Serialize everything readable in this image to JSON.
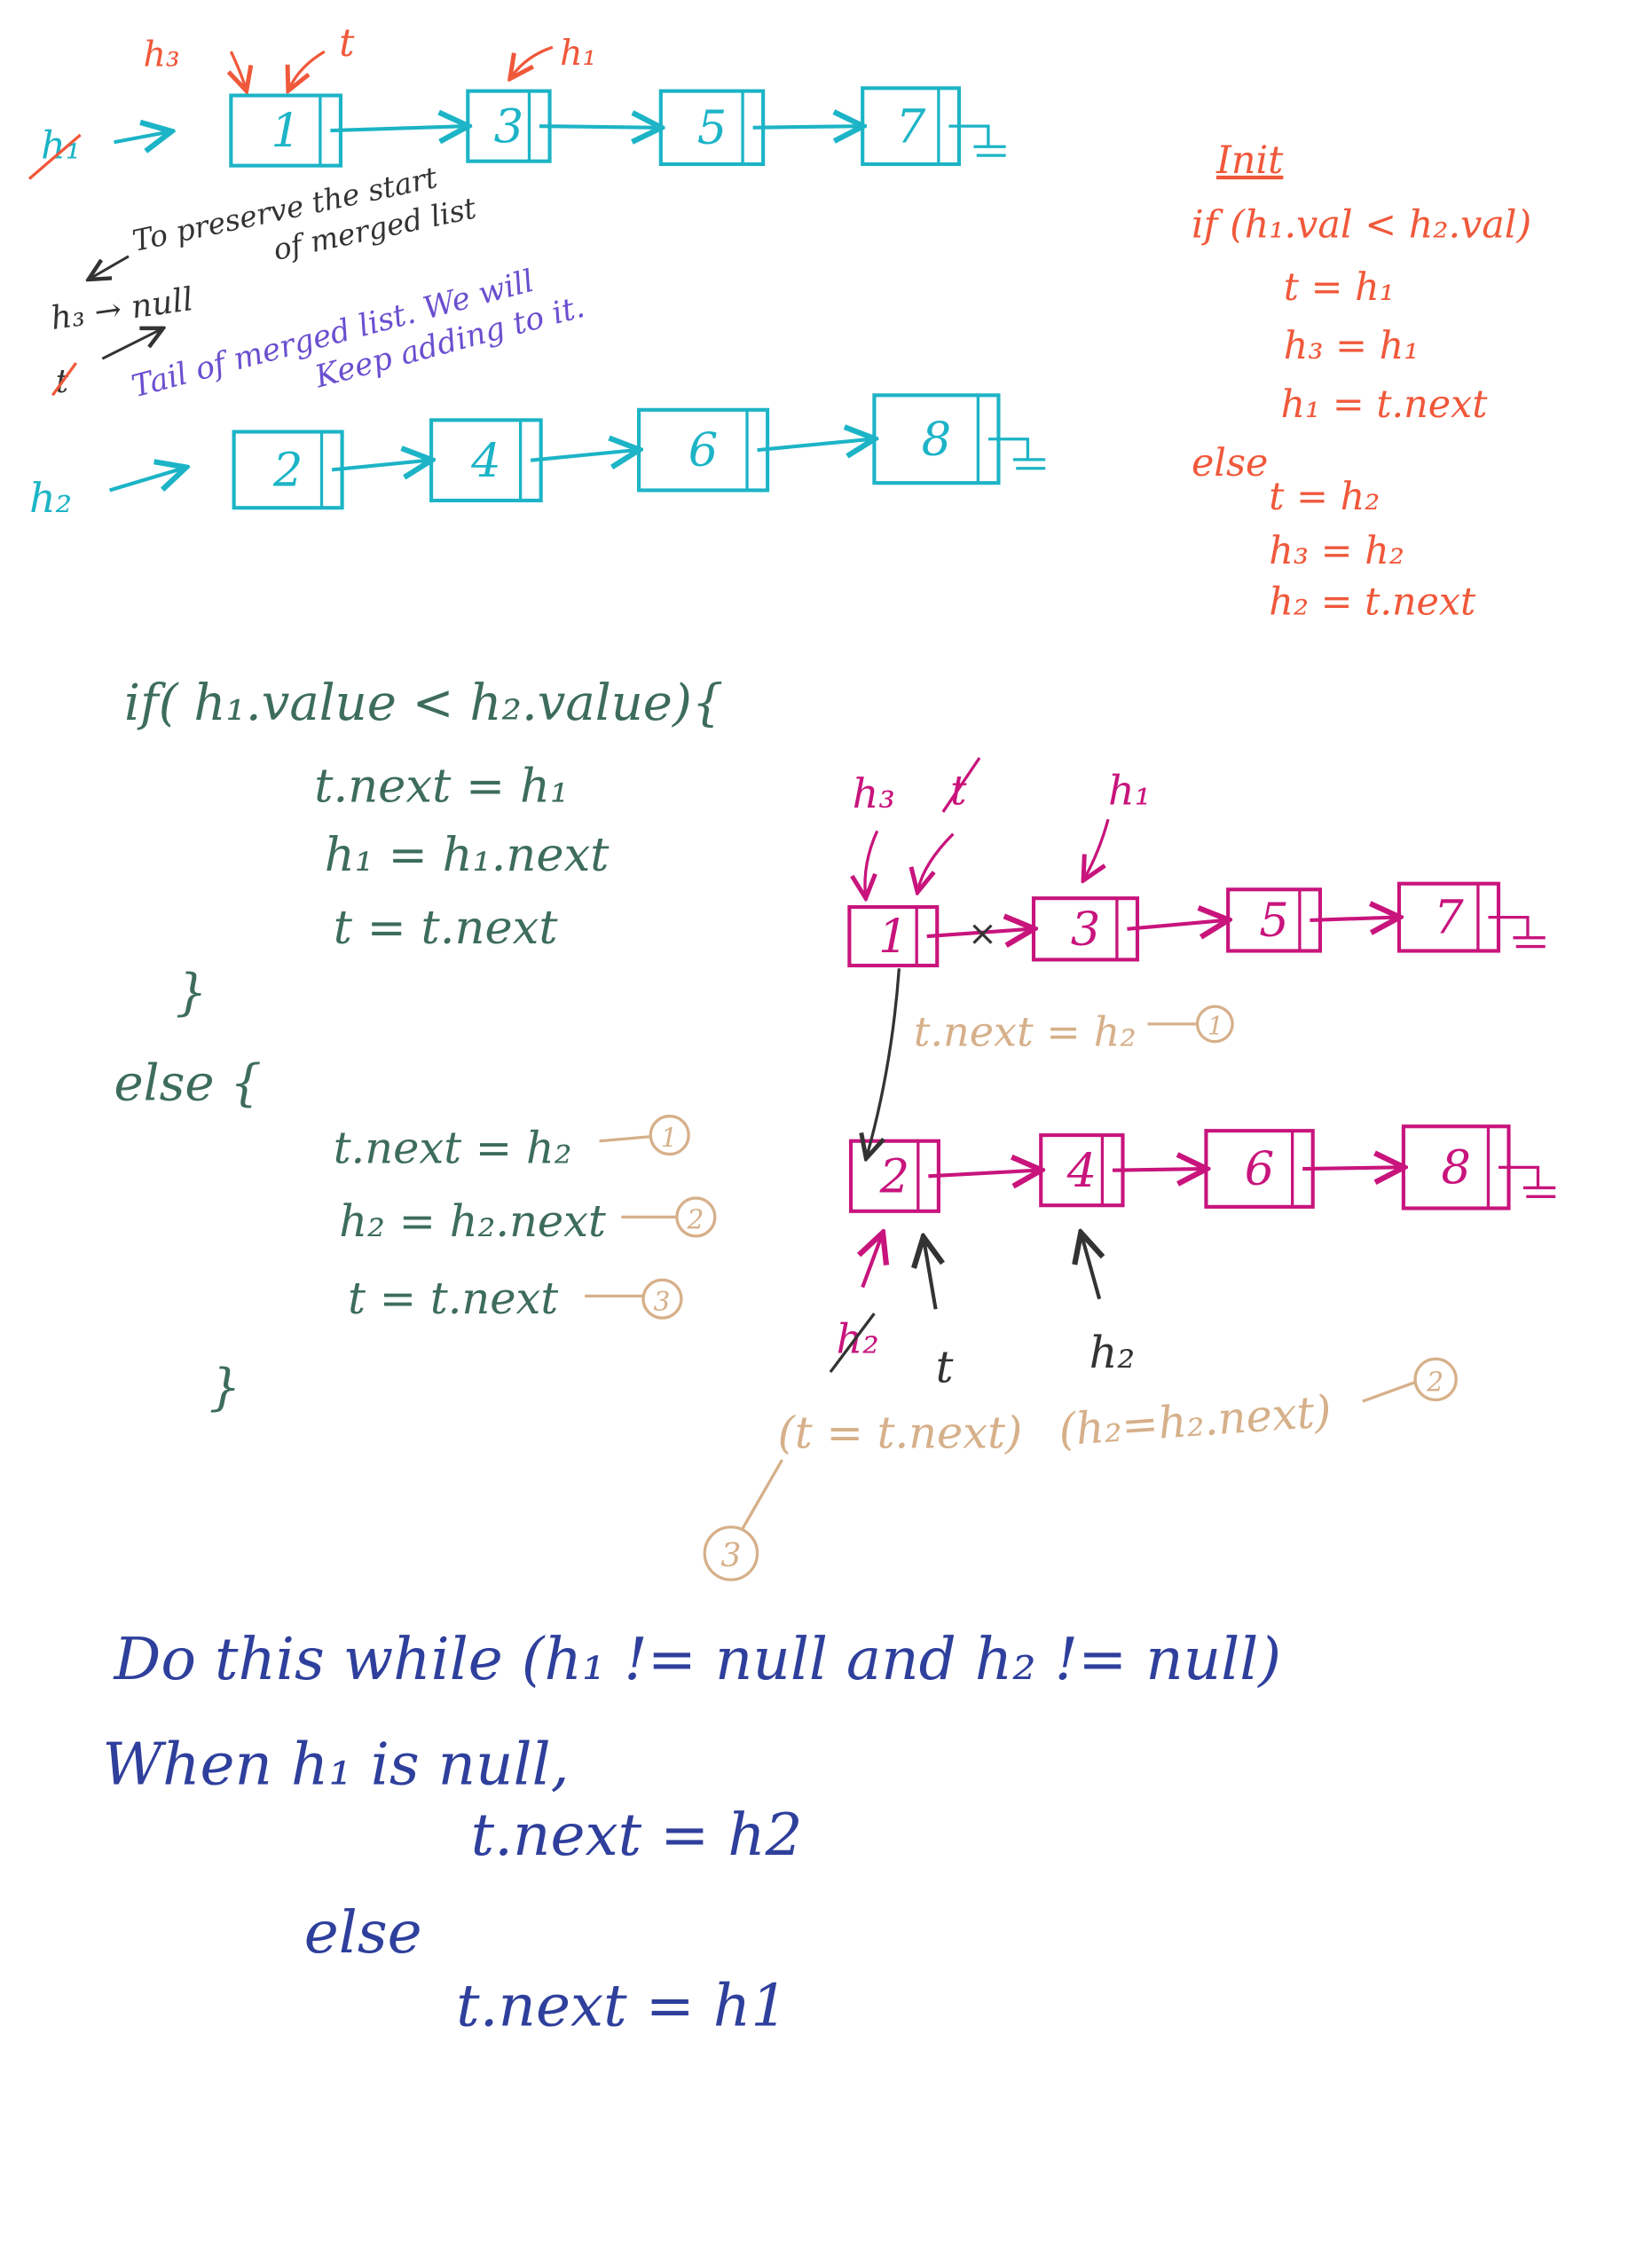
{
  "colors": {
    "list_top": "#1cb4c6",
    "init": "#f0583a",
    "code": "#3d6c5e",
    "trace": "#c8147c",
    "trace_notes": "#d6b08a",
    "loop": "#2e3f9c",
    "tail_note": "#6a4fd0",
    "ink": "#333333"
  },
  "top_diagram": {
    "list1": [
      "1",
      "3",
      "5",
      "7"
    ],
    "list2": [
      "2",
      "4",
      "6",
      "8"
    ],
    "labels": {
      "h3": "h₃",
      "t": "t",
      "h1_moved": "h₁",
      "h1_crossed": "h₁",
      "h2": "h₂"
    },
    "notes": {
      "preserve_1": "To preserve the start",
      "preserve_2": "of merged list",
      "h3_null": "h₃ → null",
      "t_label": "t",
      "tail_1": "Tail of merged list. We will",
      "tail_2": "Keep adding to it."
    }
  },
  "init_block": {
    "title": "Init",
    "lines": [
      "if (h₁.val < h₂.val)",
      "t = h₁",
      "h₃ = h₁",
      "h₁ = t.next",
      "else",
      "t = h₂",
      "h₃ = h₂",
      "h₂ = t.next"
    ]
  },
  "code_block": {
    "lines": [
      "if( h₁.value < h₂.value){",
      "t.next = h₁",
      "h₁ = h₁.next",
      "t = t.next",
      "}",
      "else {",
      "t.next = h₂",
      "h₂ = h₂.next",
      "t = t.next",
      "}"
    ],
    "step_marks": [
      "1",
      "2",
      "3"
    ]
  },
  "trace_diagram": {
    "list1": [
      "1",
      "3",
      "5",
      "7"
    ],
    "list2": [
      "2",
      "4",
      "6",
      "8"
    ],
    "labels": {
      "h3": "h₃",
      "t_crossed": "t",
      "h1": "h₁",
      "h2_crossed": "h₂",
      "t_new": "t",
      "h2_new": "h₂"
    },
    "notes": {
      "link": "t.next = h₂",
      "link_step": "1",
      "t_step": "(t = t.next)",
      "h2_step": "(h₂=h₂.next)",
      "h2_step_mark": "2",
      "t_step_mark": "3"
    }
  },
  "loop_block": {
    "lines": [
      "Do this while (h₁ != null and h₂ != null)",
      "When h₁ is null,",
      "t.next = h2",
      "else",
      "t.next = h1"
    ]
  }
}
